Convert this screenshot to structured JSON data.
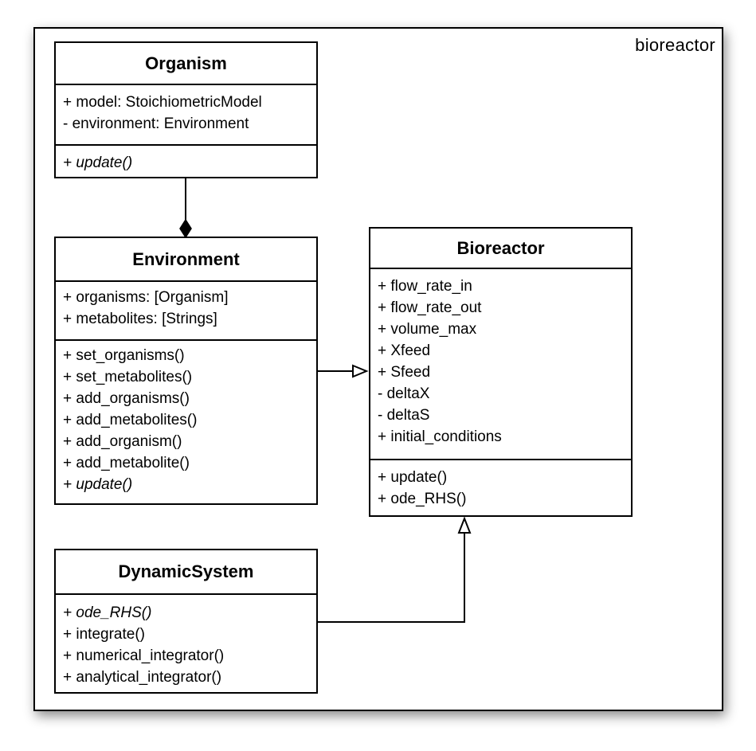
{
  "frame": {
    "label": "bioreactor"
  },
  "classes": {
    "organism": {
      "name": "Organism",
      "attributes": [
        "+ model: StoichiometricModel",
        "- environment: Environment"
      ],
      "operations": [
        "+ update()"
      ]
    },
    "environment": {
      "name": "Environment",
      "attributes": [
        "+ organisms: [Organism]",
        "+ metabolites: [Strings]"
      ],
      "operations": [
        "+ set_organisms()",
        "+ set_metabolites()",
        "+ add_organisms()",
        "+ add_metabolites()",
        "+ add_organism()",
        "+ add_metabolite()",
        "+ update()"
      ]
    },
    "bioreactor": {
      "name": "Bioreactor",
      "attributes": [
        "+ flow_rate_in",
        "+ flow_rate_out",
        "+ volume_max",
        "+ Xfeed",
        "+ Sfeed",
        "- deltaX",
        "- deltaS",
        "+ initial_conditions"
      ],
      "operations": [
        "+ update()",
        "+ ode_RHS()"
      ]
    },
    "dynamicsystem": {
      "name": "DynamicSystem",
      "operations": [
        "+ ode_RHS()",
        "+ integrate()",
        "+ numerical_integrator()",
        "+ analytical_integrator()"
      ]
    }
  },
  "relationships": [
    {
      "from": "Organism",
      "to": "Environment",
      "type": "composition"
    },
    {
      "from": "Environment",
      "to": "Bioreactor",
      "type": "generalization"
    },
    {
      "from": "DynamicSystem",
      "to": "Bioreactor",
      "type": "generalization"
    }
  ]
}
